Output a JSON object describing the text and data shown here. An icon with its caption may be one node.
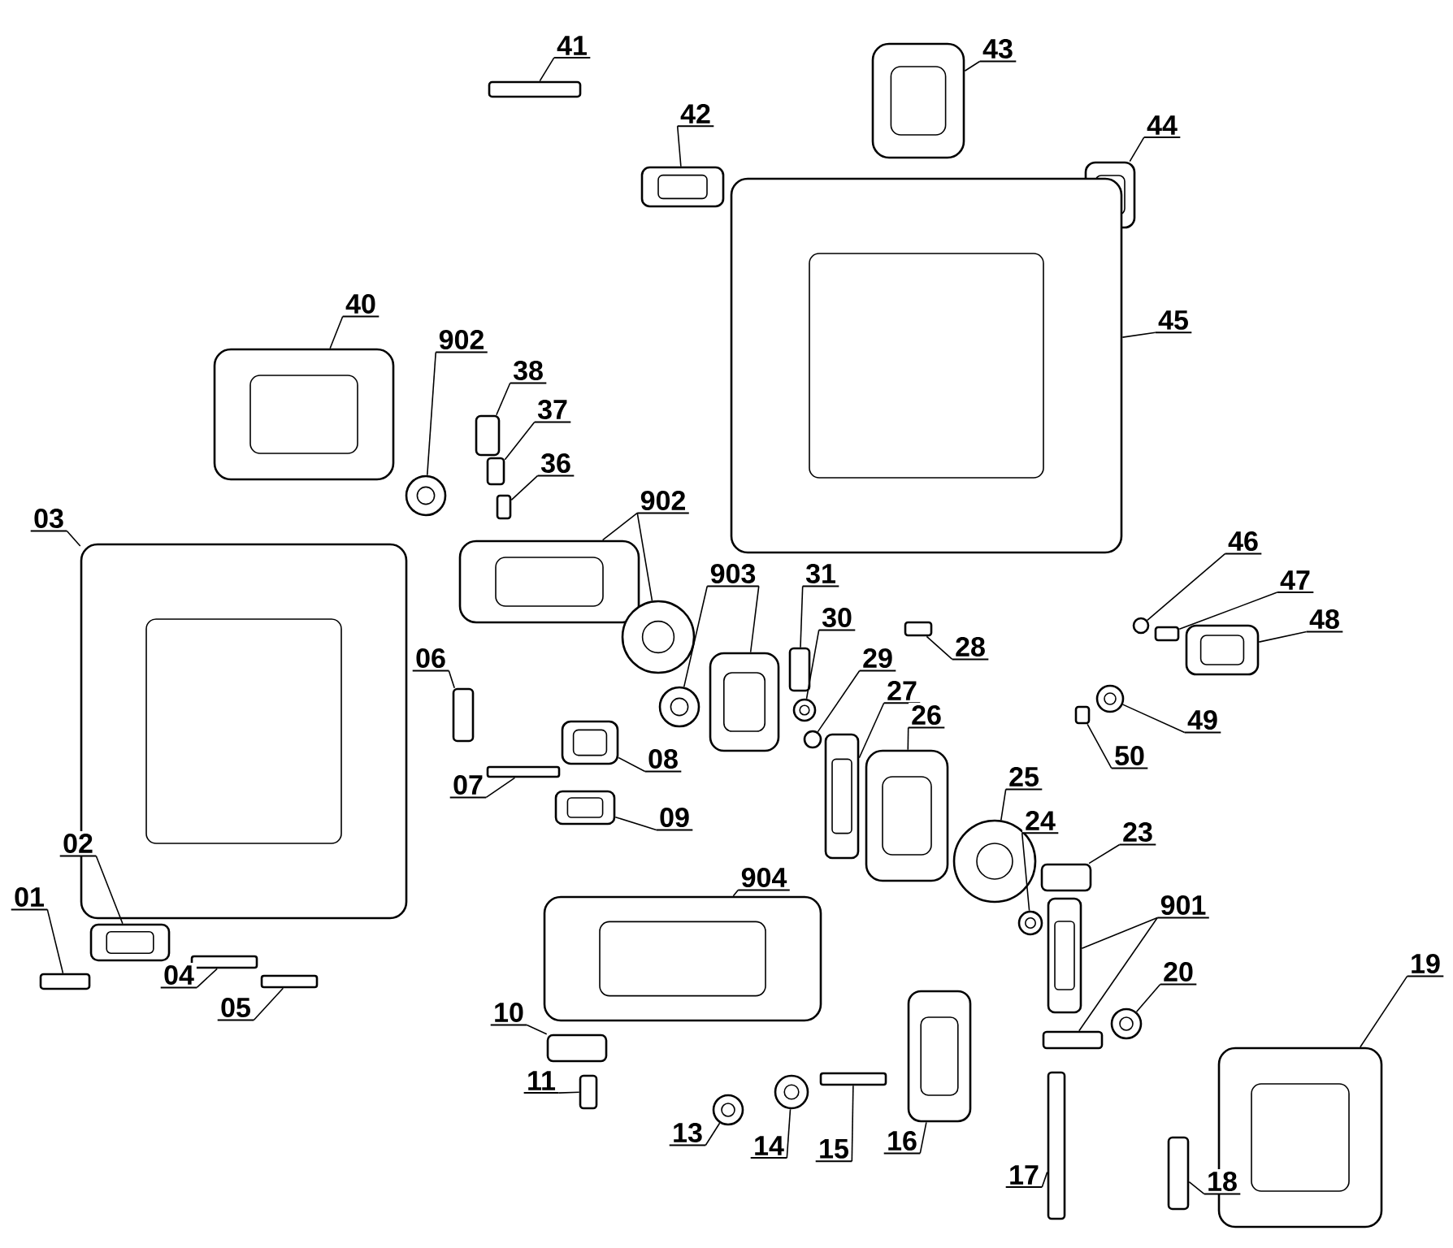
{
  "diagram": {
    "nodes": [
      {
        "text": [
          "41"
        ]
      },
      {
        "text": [],
        "shape": "box"
      },
      {
        "text": [
          "43"
        ]
      },
      {
        "text": [],
        "shape": "box"
      },
      {
        "text": [
          "42"
        ]
      },
      {
        "text": [],
        "shape": "box"
      },
      {
        "text": [
          "44"
        ]
      },
      {
        "text": [],
        "shape": "box"
      },
      {
        "text": [
          "40"
        ]
      },
      {
        "text": [],
        "shape": "box"
      },
      {
        "text": [
          "45"
        ]
      },
      {
        "text": [],
        "shape": "box"
      },
      {
        "text": [
          "902"
        ]
      },
      {
        "text": [],
        "shape": "circle"
      },
      {
        "text": [
          "38"
        ]
      },
      {
        "text": [],
        "shape": "box"
      },
      {
        "text": [
          "37"
        ]
      },
      {
        "text": [],
        "shape": "box"
      },
      {
        "text": [
          "36"
        ]
      },
      {
        "text": [],
        "shape": "box"
      },
      {
        "text": [
          "902"
        ]
      },
      {
        "text": [],
        "shape": "box"
      },
      {
        "text": [],
        "shape": "circle"
      },
      {
        "text": [
          "03"
        ]
      },
      {
        "text": [],
        "shape": "box"
      },
      {
        "text": [
          "46"
        ]
      },
      {
        "text": [],
        "shape": "circle"
      },
      {
        "text": [
          "903"
        ]
      },
      {
        "text": [],
        "shape": "circle"
      },
      {
        "text": [],
        "shape": "box"
      },
      {
        "text": [
          "31"
        ]
      },
      {
        "text": [],
        "shape": "box"
      },
      {
        "text": [
          "47"
        ]
      },
      {
        "text": [],
        "shape": "box"
      },
      {
        "text": [
          "30"
        ]
      },
      {
        "text": [],
        "shape": "circle"
      },
      {
        "text": [
          "48"
        ]
      },
      {
        "text": [],
        "shape": "box"
      },
      {
        "text": [
          "28"
        ]
      },
      {
        "text": [],
        "shape": "box"
      },
      {
        "text": [
          "06"
        ]
      },
      {
        "text": [],
        "shape": "box"
      },
      {
        "text": [
          "29"
        ]
      },
      {
        "text": [],
        "shape": "circle"
      },
      {
        "text": [
          "27"
        ]
      },
      {
        "text": [],
        "shape": "box"
      },
      {
        "text": [
          "26"
        ]
      },
      {
        "text": [],
        "shape": "box"
      },
      {
        "text": [
          "49"
        ]
      },
      {
        "text": [],
        "shape": "circle"
      },
      {
        "text": [
          "08"
        ]
      },
      {
        "text": [],
        "shape": "box"
      },
      {
        "text": [
          "50"
        ]
      },
      {
        "text": [],
        "shape": "box"
      },
      {
        "text": [
          "25"
        ]
      },
      {
        "text": [],
        "shape": "circle"
      },
      {
        "text": [
          "07"
        ]
      },
      {
        "text": [],
        "shape": "box"
      },
      {
        "text": [
          "09"
        ]
      },
      {
        "text": [],
        "shape": "box"
      },
      {
        "text": [
          "24"
        ]
      },
      {
        "text": [],
        "shape": "circle"
      },
      {
        "text": [
          "23"
        ]
      },
      {
        "text": [],
        "shape": "box"
      },
      {
        "text": [
          "02"
        ]
      },
      {
        "text": [],
        "shape": "box"
      },
      {
        "text": [
          "904"
        ]
      },
      {
        "text": [],
        "shape": "box"
      },
      {
        "text": [
          "01"
        ]
      },
      {
        "text": [],
        "shape": "box"
      },
      {
        "text": [
          "901"
        ]
      },
      {
        "text": [],
        "shape": "box"
      },
      {
        "text": [],
        "shape": "box"
      },
      {
        "text": [
          "19"
        ]
      },
      {
        "text": [],
        "shape": "box"
      },
      {
        "text": [
          "04"
        ]
      },
      {
        "text": [],
        "shape": "box"
      },
      {
        "text": [
          "20"
        ]
      },
      {
        "text": [],
        "shape": "circle"
      },
      {
        "text": [
          "05"
        ]
      },
      {
        "text": [],
        "shape": "box"
      },
      {
        "text": [
          "10"
        ]
      },
      {
        "text": [],
        "shape": "box"
      },
      {
        "text": [
          "11"
        ]
      },
      {
        "text": [],
        "shape": "box"
      },
      {
        "text": [
          "13"
        ]
      },
      {
        "text": [],
        "shape": "circle"
      },
      {
        "text": [
          "16"
        ]
      },
      {
        "text": [],
        "shape": "box"
      },
      {
        "text": [
          "14"
        ]
      },
      {
        "text": [],
        "shape": "circle"
      },
      {
        "text": [
          "15"
        ]
      },
      {
        "text": [],
        "shape": "box"
      },
      {
        "text": [
          "17"
        ]
      },
      {
        "text": [],
        "shape": "box"
      },
      {
        "text": [
          "18"
        ]
      },
      {
        "text": [],
        "shape": "box"
      }
    ],
    "edges": [
      {
        "from": 0,
        "to": 1,
        "arrow": "none"
      },
      {
        "from": 2,
        "to": 3,
        "arrow": "none"
      },
      {
        "from": 4,
        "to": 5,
        "arrow": "none"
      },
      {
        "from": 6,
        "to": 7,
        "arrow": "none"
      },
      {
        "from": 8,
        "to": 9,
        "arrow": "none"
      },
      {
        "from": 10,
        "to": 11,
        "arrow": "none"
      },
      {
        "from": 12,
        "to": 13,
        "arrow": "none"
      },
      {
        "from": 14,
        "to": 15,
        "arrow": "none"
      },
      {
        "from": 16,
        "to": 17,
        "arrow": "none"
      },
      {
        "from": 18,
        "to": 19,
        "arrow": "none"
      },
      {
        "from": 20,
        "to": 21,
        "arrow": "none"
      },
      {
        "from": 20,
        "to": 22,
        "arrow": "none"
      },
      {
        "from": 23,
        "to": 24,
        "arrow": "none"
      },
      {
        "from": 25,
        "to": 26,
        "arrow": "none"
      },
      {
        "from": 27,
        "to": 28,
        "arrow": "none"
      },
      {
        "from": 27,
        "to": 29,
        "arrow": "none"
      },
      {
        "from": 30,
        "to": 31,
        "arrow": "none"
      },
      {
        "from": 32,
        "to": 33,
        "arrow": "none"
      },
      {
        "from": 34,
        "to": 35,
        "arrow": "none"
      },
      {
        "from": 36,
        "to": 37,
        "arrow": "none"
      },
      {
        "from": 38,
        "to": 39,
        "arrow": "none"
      },
      {
        "from": 40,
        "to": 41,
        "arrow": "none"
      },
      {
        "from": 42,
        "to": 43,
        "arrow": "none"
      },
      {
        "from": 44,
        "to": 45,
        "arrow": "none"
      },
      {
        "from": 46,
        "to": 47,
        "arrow": "none"
      },
      {
        "from": 48,
        "to": 49,
        "arrow": "none"
      },
      {
        "from": 50,
        "to": 51,
        "arrow": "none"
      },
      {
        "from": 52,
        "to": 53,
        "arrow": "none"
      },
      {
        "from": 54,
        "to": 55,
        "arrow": "none"
      },
      {
        "from": 56,
        "to": 57,
        "arrow": "none"
      },
      {
        "from": 58,
        "to": 59,
        "arrow": "none"
      },
      {
        "from": 60,
        "to": 61,
        "arrow": "none"
      },
      {
        "from": 62,
        "to": 63,
        "arrow": "none"
      },
      {
        "from": 64,
        "to": 65,
        "arrow": "none"
      },
      {
        "from": 66,
        "to": 67,
        "arrow": "none"
      },
      {
        "from": 68,
        "to": 69,
        "arrow": "none"
      },
      {
        "from": 70,
        "to": 71,
        "arrow": "none"
      },
      {
        "from": 70,
        "to": 72,
        "arrow": "none"
      },
      {
        "from": 73,
        "to": 74,
        "arrow": "none"
      },
      {
        "from": 75,
        "to": 76,
        "arrow": "none"
      },
      {
        "from": 77,
        "to": 78,
        "arrow": "none"
      },
      {
        "from": 79,
        "to": 80,
        "arrow": "none"
      },
      {
        "from": 81,
        "to": 82,
        "arrow": "none"
      },
      {
        "from": 83,
        "to": 84,
        "arrow": "none"
      },
      {
        "from": 85,
        "to": 86,
        "arrow": "none"
      },
      {
        "from": 87,
        "to": 88,
        "arrow": "none"
      },
      {
        "from": 89,
        "to": 90,
        "arrow": "none"
      },
      {
        "from": 91,
        "to": 92,
        "arrow": "none"
      },
      {
        "from": 93,
        "to": 94,
        "arrow": "none"
      },
      {
        "from": 95,
        "to": 96,
        "arrow": "none"
      }
    ]
  }
}
